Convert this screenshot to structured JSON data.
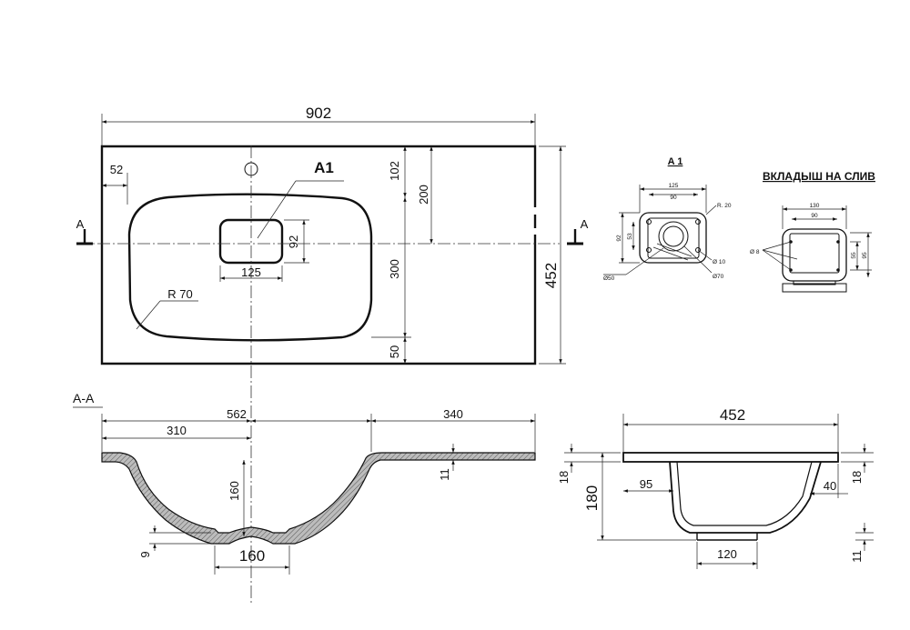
{
  "plan_view": {
    "overall_width": "902",
    "left_offset": "52",
    "callout": "A1",
    "top_offset": "102",
    "tap_to_center": "200",
    "bowl_depth": "300",
    "front_offset": "50",
    "overall_depth": "452",
    "drain_width": "125",
    "drain_height": "92",
    "corner_radius": "R 70",
    "section_mark_left": "A",
    "section_mark_right": "A"
  },
  "section_aa": {
    "label": "A-A",
    "dim_562": "562",
    "dim_310": "310",
    "dim_340": "340",
    "dim_11": "11",
    "dim_160_height": "160",
    "dim_9": "9",
    "dim_160_width": "160"
  },
  "detail_a1": {
    "title": "A 1",
    "dim_125": "125",
    "dim_90": "90",
    "radius": "R. 20",
    "dim_92": "92",
    "dim_53": "53",
    "hole": "Ø 10",
    "dia_50": "Ø50",
    "dia_70": "Ø70"
  },
  "insert_detail": {
    "title": "ВКЛАДЫШ НА СЛИВ",
    "dim_130": "130",
    "dim_90": "90",
    "hole": "Ø 8",
    "dim_55": "55",
    "dim_95": "95"
  },
  "side_section": {
    "dim_452": "452",
    "dim_18_left": "18",
    "dim_180": "180",
    "dim_95": "95",
    "dim_18_right": "18",
    "dim_40": "40",
    "dim_120": "120",
    "dim_11": "11"
  }
}
